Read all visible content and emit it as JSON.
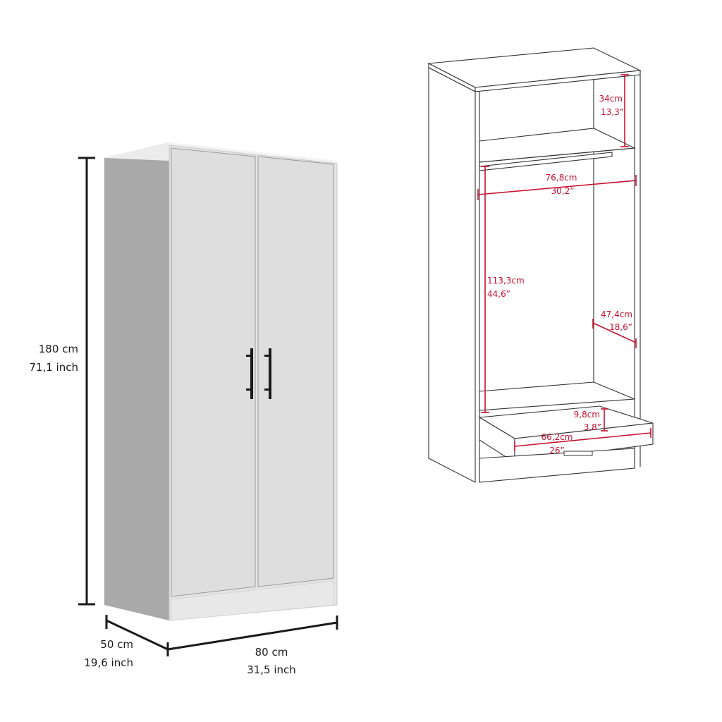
{
  "colors": {
    "background": "#ffffff",
    "cabinet_front": "#e2e2e2",
    "cabinet_side": "#a9a9a9",
    "cabinet_top": "#eeeeee",
    "handle": "#1a1a1a",
    "dimension_line": "#1a1a1a",
    "interior_dimension": "#c8102e"
  },
  "exterior_view": {
    "height": {
      "cm": "180 cm",
      "inch": "71,1 inch"
    },
    "depth": {
      "cm": "50 cm",
      "inch": "19,6 inch"
    },
    "width": {
      "cm": "80 cm",
      "inch": "31,5 inch"
    },
    "doors": 2,
    "handles": 2
  },
  "interior_view": {
    "top_compartment_height": {
      "cm": "34cm",
      "inch": "13,3”"
    },
    "hanging_width": {
      "cm": "76,8cm",
      "inch": "30,2”"
    },
    "hanging_height": {
      "cm": "113,3cm",
      "inch": "44,6”"
    },
    "depth": {
      "cm": "47,4cm",
      "inch": "18,6”"
    },
    "drawer_height": {
      "cm": "9,8cm",
      "inch": "3,8”"
    },
    "drawer_width": {
      "cm": "66,2cm",
      "inch": "26”"
    }
  }
}
